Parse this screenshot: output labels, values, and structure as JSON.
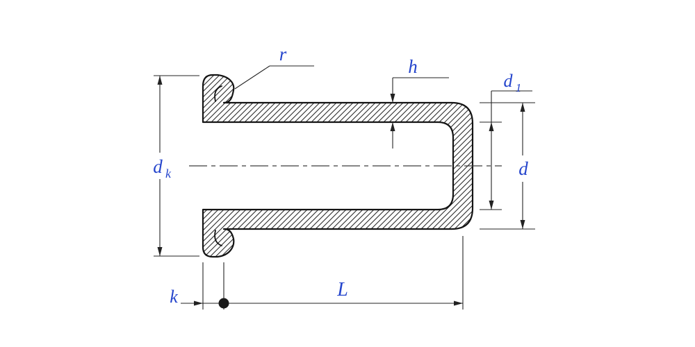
{
  "drawing": {
    "labels": {
      "r": "r",
      "h": "h",
      "d1": {
        "main": "d",
        "sub": "1"
      },
      "d": "d",
      "dk": {
        "main": "d",
        "sub": "k"
      },
      "k": "k",
      "L": "L"
    },
    "colors": {
      "line": "#141414",
      "dimension_line": "#222222",
      "label": "#2545cc",
      "background": "#ffffff"
    }
  }
}
